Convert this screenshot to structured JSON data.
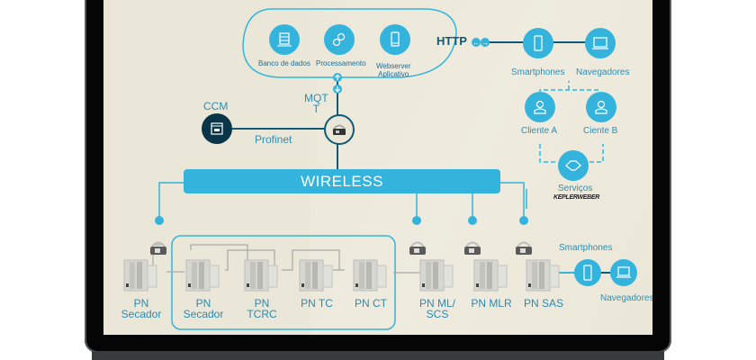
{
  "diagram": {
    "colors": {
      "accent": "#34b4dc",
      "line_dark": "#0f5a78",
      "background": "#ebe7d8",
      "ccm_fill": "#083548"
    },
    "cloud": {
      "items": [
        {
          "label": "Banco de dados",
          "icon": "database-icon"
        },
        {
          "label": "Processamento",
          "icon": "gears-icon"
        },
        {
          "label": "Webserver Aplicativo",
          "label_line1": "Webserver",
          "label_line2": "Aplicativo",
          "icon": "tablet-icon"
        }
      ]
    },
    "http_label": "HTTP",
    "mqtt_label_line1": "MQT",
    "mqtt_label_line2": "T",
    "ccm_label": "CCM",
    "profinet_label": "Profinet",
    "wireless_label": "WIRELESS",
    "remote": {
      "smartphones": "Smartphones",
      "navegadores": "Navegadores",
      "cliente_a": "Cliente A",
      "cliente_b": "Ciente B",
      "servicos": "Serviços",
      "brand": "KEPLERWEBER"
    },
    "panels": [
      {
        "line1": "PN",
        "line2": "Secador"
      },
      {
        "line1": "PN",
        "line2": "Secador"
      },
      {
        "line1": "PN",
        "line2": "TCRC"
      },
      {
        "line1": "PN TC",
        "line2": ""
      },
      {
        "line1": "PN CT",
        "line2": ""
      },
      {
        "line1": "PN ML/",
        "line2": "SCS"
      },
      {
        "line1": "PN MLR",
        "line2": ""
      },
      {
        "line1": "PN SAS",
        "line2": ""
      }
    ],
    "local": {
      "smartphones": "Smartphones",
      "navegadores": "Navegadores"
    }
  }
}
